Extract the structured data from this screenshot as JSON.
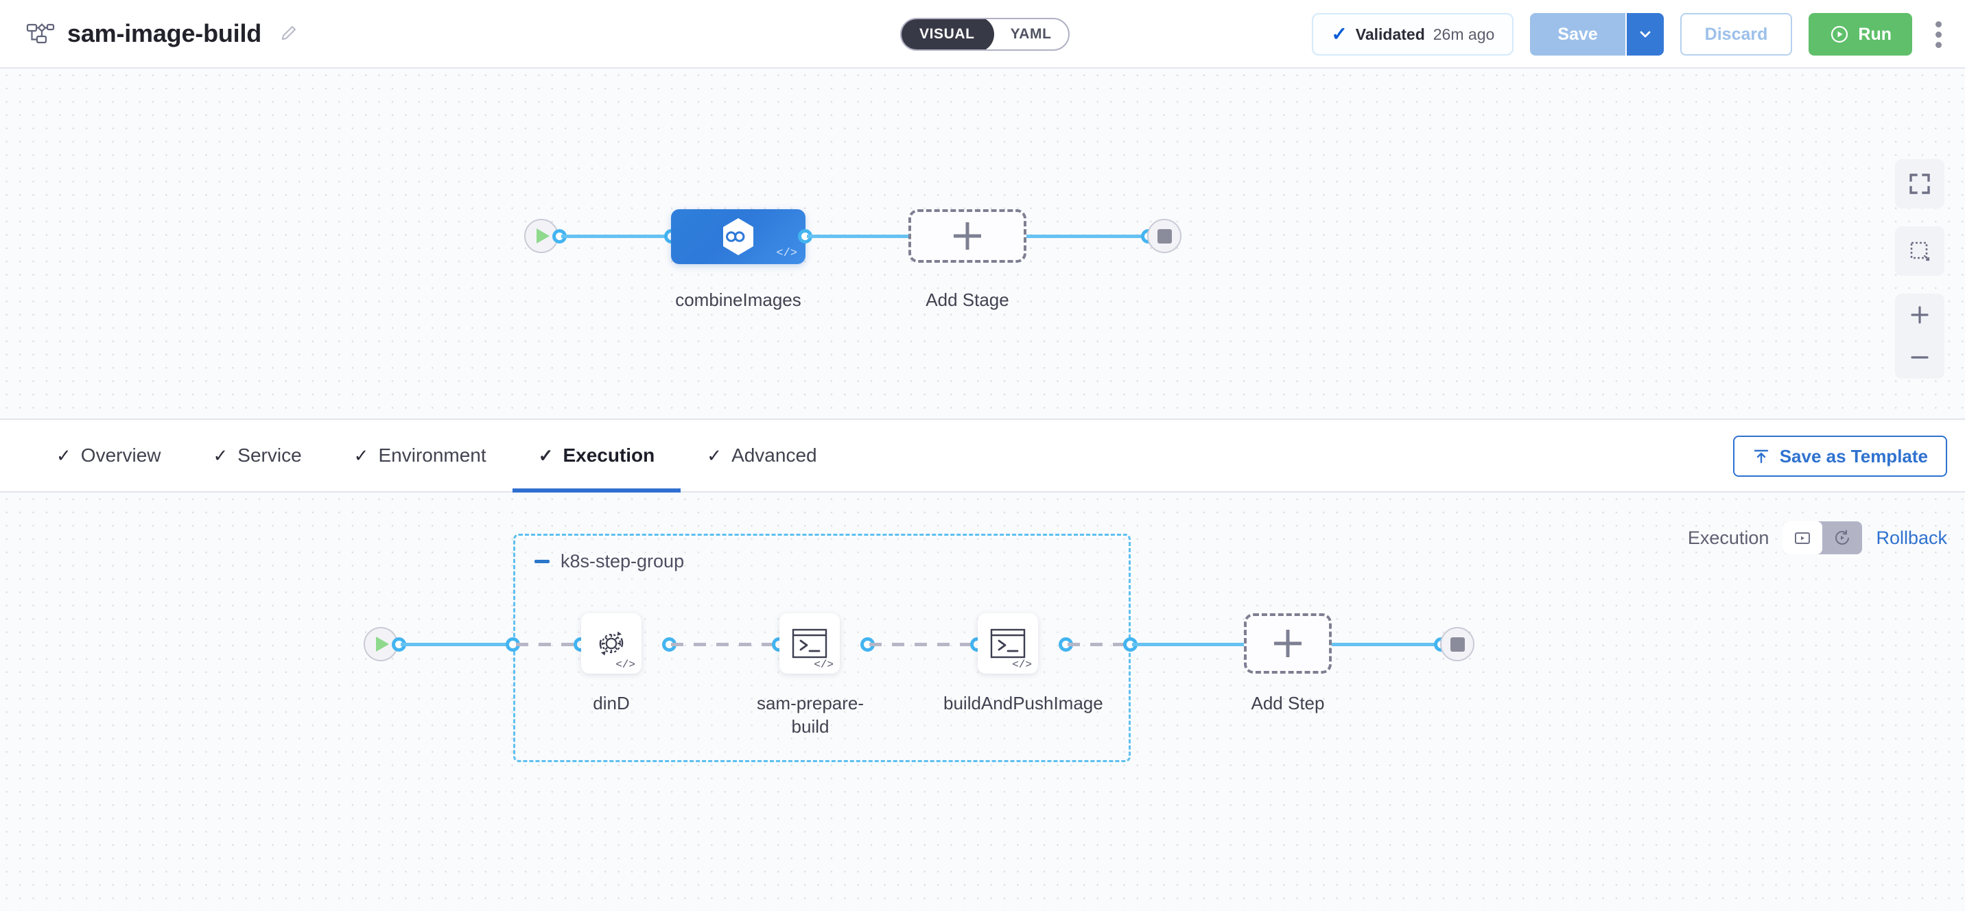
{
  "header": {
    "pipeline_icon": "pipeline-flow-icon",
    "title": "sam-image-build",
    "edit_icon": "pencil-icon",
    "view_toggle": {
      "options": [
        "VISUAL",
        "YAML"
      ],
      "selected": "VISUAL",
      "visual_label": "VISUAL",
      "yaml_label": "YAML"
    },
    "validation": {
      "check_icon": "check-icon",
      "label": "Validated",
      "timestamp": "26m ago"
    },
    "save_label": "Save",
    "save_caret_icon": "chevron-down-icon",
    "discard_label": "Discard",
    "run_label": "Run",
    "run_icon": "play-circle-icon",
    "more_icon": "kebab-menu-icon"
  },
  "stage_canvas": {
    "start_node_icon": "play-icon",
    "end_node_icon": "stop-icon",
    "stage": {
      "name": "combineImages",
      "icon": "chained-pipeline-hexagon-icon",
      "code_badge": "</>"
    },
    "add_stage": {
      "label": "Add Stage",
      "icon": "plus-icon"
    }
  },
  "tabbar": {
    "tabs": [
      {
        "label": "Overview",
        "check": "✓",
        "active": false
      },
      {
        "label": "Service",
        "check": "✓",
        "active": false
      },
      {
        "label": "Environment",
        "check": "✓",
        "active": false
      },
      {
        "label": "Execution",
        "check": "✓",
        "active": true
      },
      {
        "label": "Advanced",
        "check": "✓",
        "active": false
      }
    ],
    "save_as_template_label": "Save as Template",
    "save_as_template_icon": "upload-template-icon"
  },
  "execution_controls": {
    "execution_label": "Execution",
    "rollback_label": "Rollback",
    "execution_icon": "execution-play-box-icon",
    "rollback_icon": "rollback-circular-arrow-icon",
    "selected": "Execution"
  },
  "step_canvas": {
    "start_node_icon": "play-icon",
    "end_node_icon": "stop-icon",
    "group": {
      "name": "k8s-step-group",
      "collapse_icon": "minus-collapse-icon"
    },
    "steps": [
      {
        "name": "dinD",
        "icon": "gear-sync-icon",
        "code_badge": "</>"
      },
      {
        "name": "sam-prepare-build",
        "icon": "terminal-icon",
        "code_badge": "</>"
      },
      {
        "name": "buildAndPushImage",
        "icon": "terminal-icon",
        "code_badge": "</>"
      }
    ],
    "add_step": {
      "label": "Add Step",
      "icon": "plus-icon"
    }
  },
  "canvas_controls": {
    "fit_screen_icon": "fit-to-screen-icon",
    "select_area_icon": "select-area-icon",
    "zoom_in_icon": "zoom-in-icon",
    "zoom_out_icon": "zoom-out-icon"
  },
  "colors": {
    "accent_blue": "#2f72cf",
    "edge_blue": "#66c2f2",
    "run_green": "#5fbf6a",
    "stage_blue": "#2e79d9",
    "group_dash": "#5ec0f0"
  }
}
